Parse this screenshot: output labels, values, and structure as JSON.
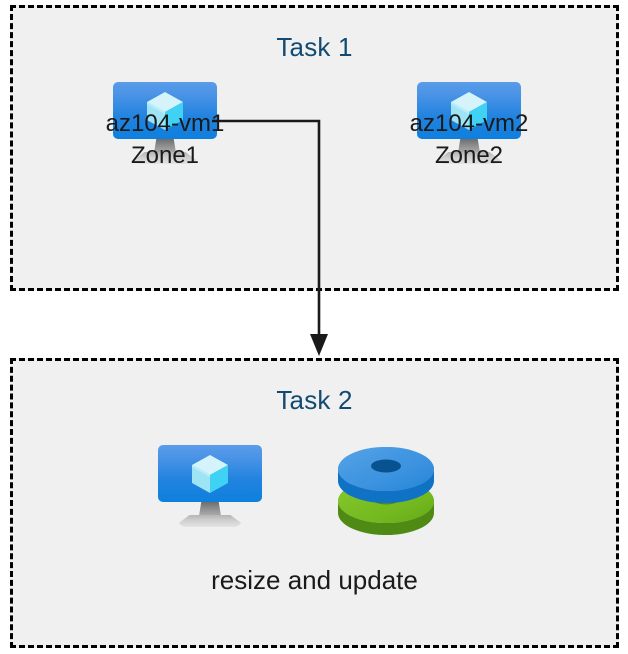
{
  "diagram": {
    "title": "Azure VM tasks diagram",
    "background_color": "#ffffff",
    "box_fill_color": "#f0f0f0",
    "box_border_color": "#000000",
    "title_color": "#134A72",
    "label_color": "#1a1a1a",
    "connector_color": "#1a1a1a"
  },
  "task1": {
    "title": "Task 1",
    "vms": [
      {
        "icon": "virtual-machine-icon",
        "name": "az104-vm1",
        "zone": "Zone1",
        "label": "az104-vm1\nZone1"
      },
      {
        "icon": "virtual-machine-icon",
        "name": "az104-vm2",
        "zone": "Zone2",
        "label": "az104-vm2\nZone2"
      }
    ]
  },
  "task2": {
    "title": "Task 2",
    "icons": [
      {
        "icon": "virtual-machine-icon",
        "name": "virtual machine"
      },
      {
        "icon": "disks-icon",
        "name": "disks",
        "colors": [
          "#2b88d8",
          "#76bc21"
        ]
      }
    ],
    "caption": "resize and update"
  },
  "connector": {
    "from": "az104-vm1",
    "to": "Task 2",
    "arrow": "down-arrow"
  }
}
